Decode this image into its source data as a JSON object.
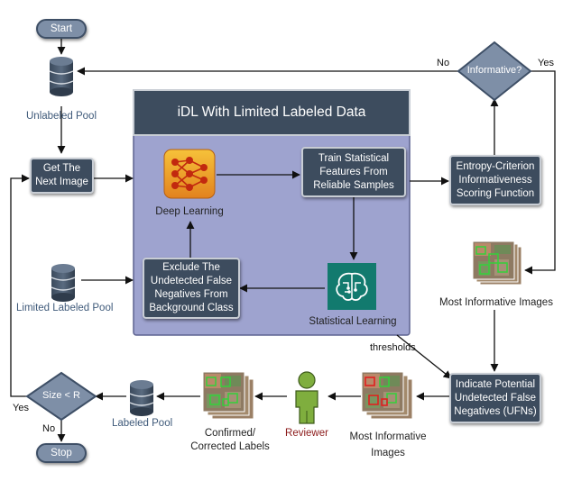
{
  "nodes": {
    "start": "Start",
    "stop": "Stop",
    "unlabeled_pool": "Unlabeled Pool",
    "limited_labeled_pool": "Limited Labeled Pool",
    "labeled_pool": "Labeled Pool",
    "get_next_image_1": "Get The",
    "get_next_image_2": "Next Image",
    "idl_title": "iDL With Limited Labeled Data",
    "deep_learning": "Deep Learning",
    "train_1": "Train Statistical",
    "train_2": "Features From",
    "train_3": "Reliable Samples",
    "statistical_learning": "Statistical Learning",
    "exclude_1": "Exclude The",
    "exclude_2": "Undetected False",
    "exclude_3": "Negatives From",
    "exclude_4": "Background Class",
    "entropy_1": "Entropy-Criterion",
    "entropy_2": "Informativeness",
    "entropy_3": "Scoring Function",
    "informative": "Informative?",
    "most_informative_right": "Most Informative Images",
    "indicate_1": "Indicate Potential",
    "indicate_2": "Undetected False",
    "indicate_3": "Negatives (UFNs)",
    "most_informative_bottom_1": "Most Informative",
    "most_informative_bottom_2": "Images",
    "reviewer": "Reviewer",
    "confirmed_1": "Confirmed/",
    "confirmed_2": "Corrected Labels",
    "size_check": "Size < R"
  },
  "edge_labels": {
    "no_informative": "No",
    "yes_informative": "Yes",
    "thresholds": "thresholds",
    "yes_size": "Yes",
    "no_size": "No"
  },
  "colors": {
    "dark_box": "#3d4c5e",
    "pill": "#7e8fa7",
    "diamond": "#7e8fa7",
    "container": "#9ea3cf",
    "reviewer": "#7fae3e",
    "reviewer_label": "#8b1a1a"
  },
  "icons": [
    "database-icon",
    "neural-network-icon",
    "brain-circuit-icon",
    "person-icon",
    "aerial-image-stack-icon"
  ]
}
